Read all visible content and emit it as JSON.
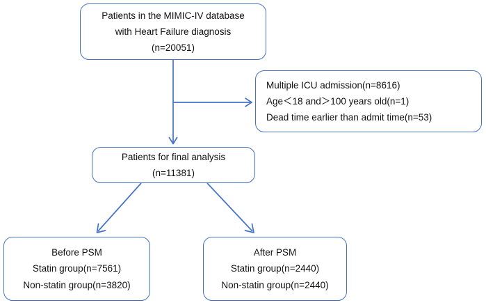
{
  "figure": {
    "type": "flowchart",
    "title": "Study population selection flow diagram",
    "accent_color": "#4472C4",
    "text_color": "#111111",
    "background_color": "#FFFFFF"
  },
  "nodes": {
    "source": {
      "name": "source-cohort",
      "lines": [
        "Patients in the MIMIC-IV database",
        "with Heart Failure diagnosis",
        "(n=20051)"
      ],
      "n": 20051
    },
    "excluded": {
      "name": "exclusion-criteria",
      "lines": [
        "Multiple ICU admission(n=8616)",
        "Age＜18 and＞100 years old(n=1)",
        "Dead time earlier than admit time(n=53)"
      ],
      "counts": {
        "multiple_icu_admission": 8616,
        "age_out_of_range": 1,
        "dead_before_admit": 53
      }
    },
    "final": {
      "name": "final-analysis-cohort",
      "lines": [
        "Patients for final analysis",
        "(n=11381)"
      ],
      "n": 11381
    },
    "before_psm": {
      "name": "before-psm-group",
      "lines": [
        "Before PSM",
        "Statin group(n=7561)",
        "Non-statin group(n=3820)"
      ],
      "statin_n": 7561,
      "non_statin_n": 3820
    },
    "after_psm": {
      "name": "after-psm-group",
      "lines": [
        "After PSM",
        "Statin group(n=2440)",
        "Non-statin group(n=2440)"
      ],
      "statin_n": 2440,
      "non_statin_n": 2440
    }
  },
  "edges": [
    {
      "from": "source",
      "to": "excluded",
      "style": "elbow-right",
      "arrowhead": "open-v"
    },
    {
      "from": "source",
      "to": "final",
      "style": "straight-down",
      "arrowhead": "open-v"
    },
    {
      "from": "final",
      "to": "before_psm",
      "style": "diagonal-left",
      "arrowhead": "open-v"
    },
    {
      "from": "final",
      "to": "after_psm",
      "style": "diagonal-right",
      "arrowhead": "open-v"
    }
  ]
}
